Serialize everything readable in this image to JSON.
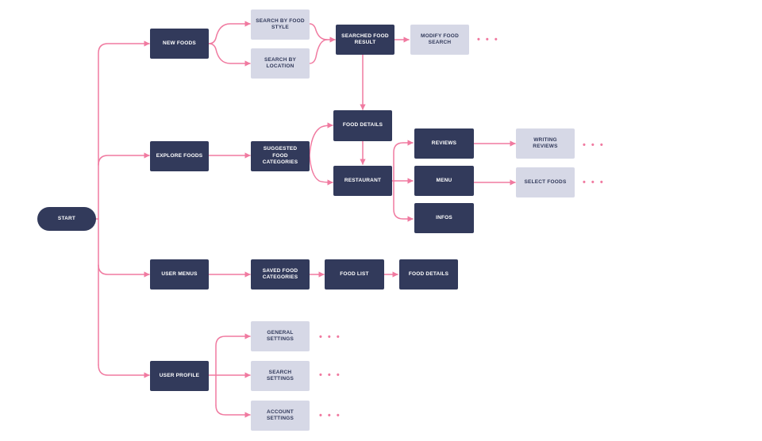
{
  "colors": {
    "dark": "#323a5b",
    "light": "#d6d8e6",
    "connector": "#f07aa0"
  },
  "nodes": {
    "start": "START",
    "new_foods": "NEW FOODS",
    "search_by_food_style": "SEARCH BY FOOD STYLE",
    "search_by_location": "SEARCH BY LOCATION",
    "searched_food_result": "SEARCHED FOOD RESULT",
    "modify_food_search": "MODIFY FOOD SEARCH",
    "explore_foods": "EXPLORE FOODS",
    "suggested_food_categories": "SUGGESTED FOOD CATEGORIES",
    "food_details_1": "FOOD DETAILS",
    "restaurant": "RESTAURANT",
    "reviews": "REVIEWS",
    "menu": "MENU",
    "infos": "INFOS",
    "writing_reviews": "WRITING REVIEWS",
    "select_foods": "SELECT FOODS",
    "user_menus": "USER MENUS",
    "saved_food_categories": "SAVED FOOD CATEGORIES",
    "food_list": "FOOD LIST",
    "food_details_2": "FOOD DETAILS",
    "user_profile": "USER PROFILE",
    "general_settings": "GENERAL SETTINGS",
    "search_settings": "SEARCH SETTINGS",
    "account_settings": "ACCOUNT SETTINGS"
  },
  "ellipsis": "• • •"
}
